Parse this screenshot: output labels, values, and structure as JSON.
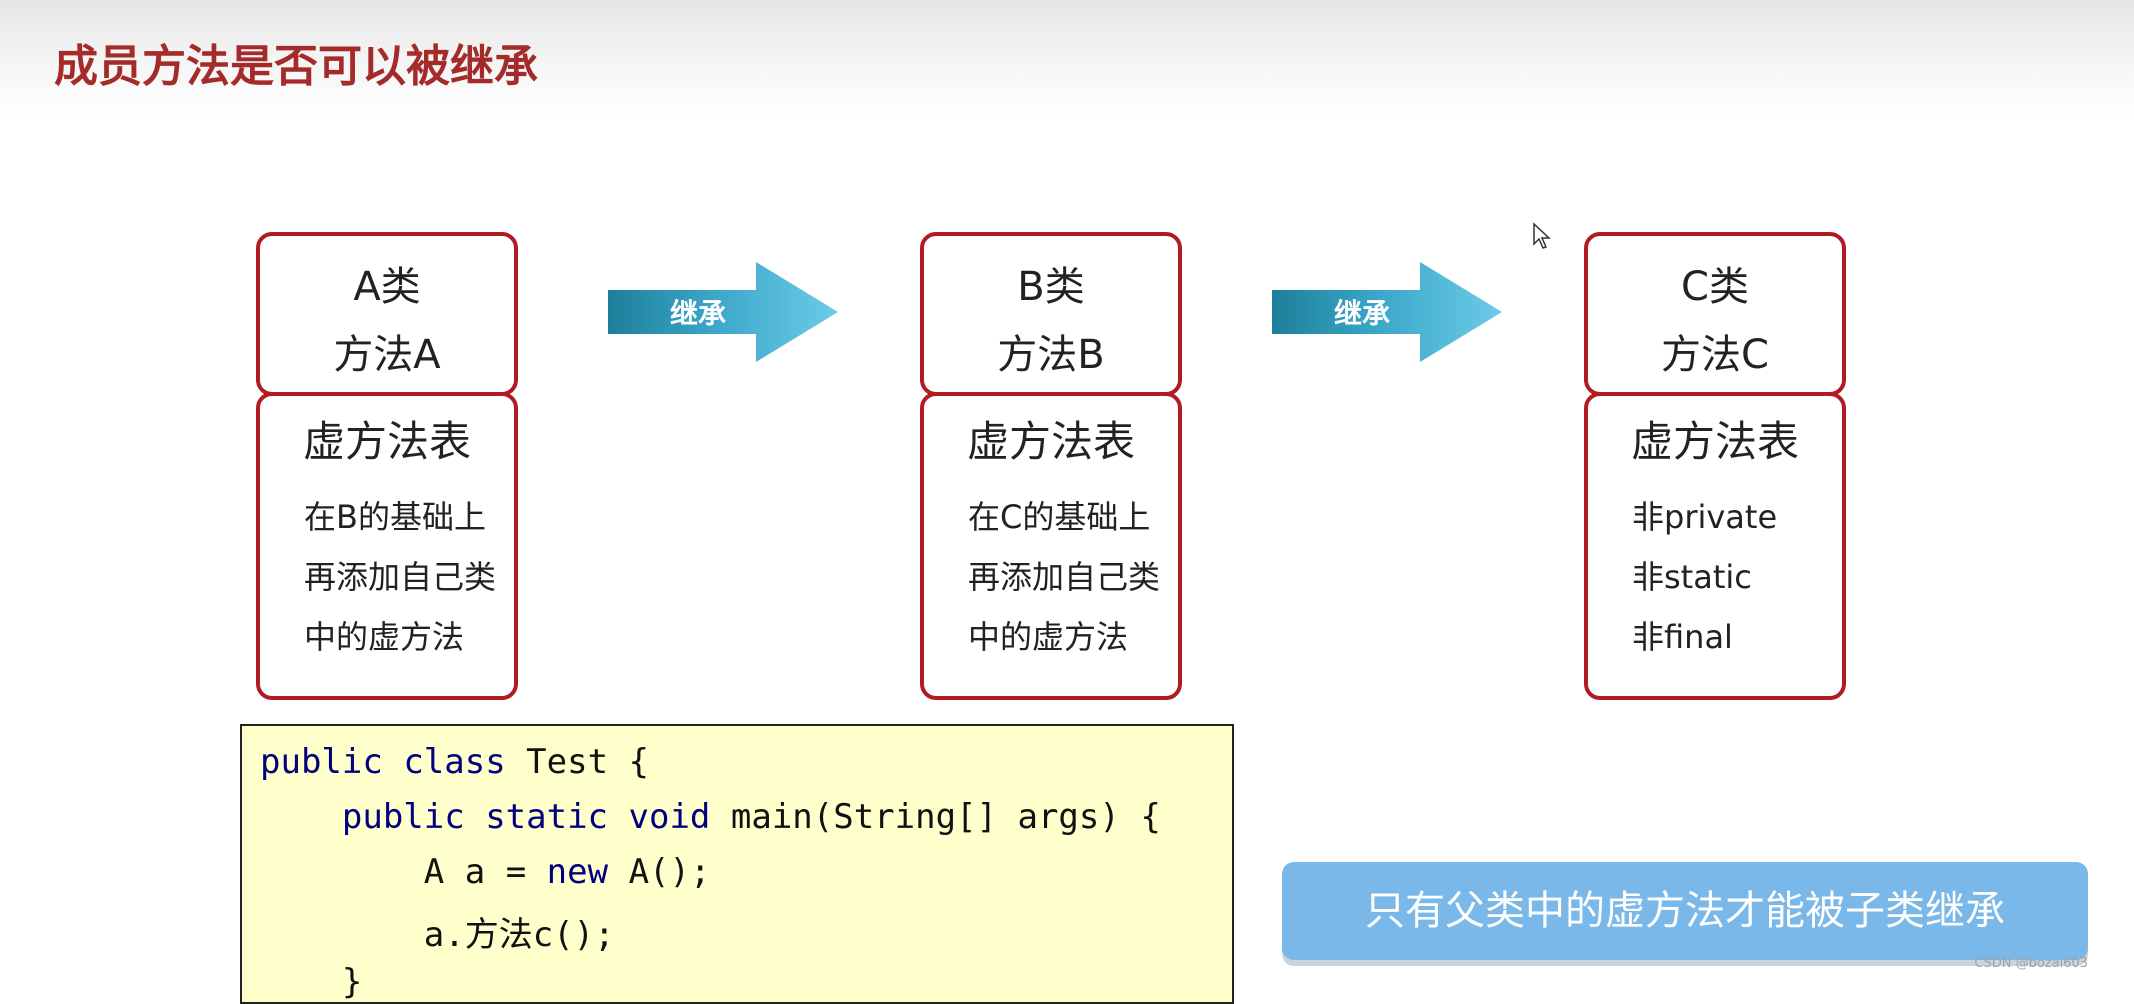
{
  "header": {
    "title": "成员方法是否可以被继承"
  },
  "classes": [
    {
      "name": "A类",
      "method": "方法A",
      "table_title": "虚方法表",
      "lines": [
        "在B的基础上",
        "再添加自己类",
        "中的虚方法"
      ]
    },
    {
      "name": "B类",
      "method": "方法B",
      "table_title": "虚方法表",
      "lines": [
        "在C的基础上",
        "再添加自己类",
        "中的虚方法"
      ]
    },
    {
      "name": "C类",
      "method": "方法C",
      "table_title": "虚方法表",
      "lines": [
        "非private",
        "非static",
        "非final"
      ]
    }
  ],
  "arrows": [
    {
      "label": "继承"
    },
    {
      "label": "继承"
    }
  ],
  "code": {
    "keywords": [
      "public",
      "class",
      "static",
      "void",
      "new"
    ],
    "lines": [
      "public class Test {",
      "    public static void main(String[] args) {",
      "        A a = new A();",
      "        a.方法c();",
      "    }"
    ]
  },
  "note": {
    "text": "只有父类中的虚方法才能被子类继承"
  },
  "watermark": "CSDN @bozai603",
  "colors": {
    "title": "#a52a2a",
    "box_border": "#b01c22",
    "arrow_light": "#6ccbe8",
    "arrow_dark": "#1d7f9b",
    "code_bg": "#ffffcc",
    "note_bg": "#79b8e8"
  }
}
